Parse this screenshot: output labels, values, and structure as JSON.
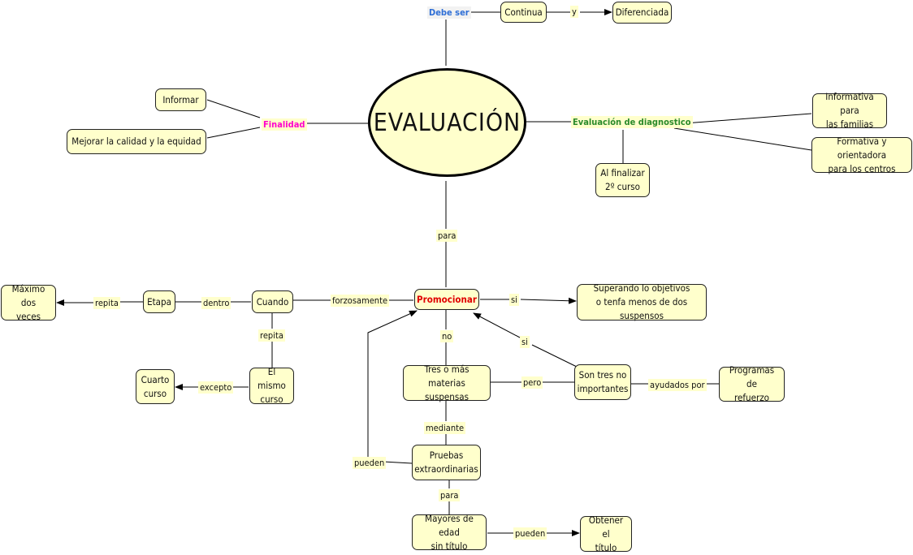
{
  "center": "EVALUACIÓN",
  "nodes": {
    "continua": "Continua",
    "diferenciada": "Diferenciada",
    "informar": "Informar",
    "mejorar": "Mejorar la calidad y la equidad",
    "informativa": "Informativa para\nlas familias",
    "formativa": "Formativa y orientadora\npara los centros",
    "al_finalizar": "Al finalizar\n2º curso",
    "promocionar": "Promocionar",
    "superando": "Superando lo objetivos\no tenfa menos de dos suspensos",
    "cuando": "Cuando",
    "etapa": "Etapa",
    "maximo": "Máximo dos\nveces",
    "mismo_curso": "El mismo\ncurso",
    "cuarto": "Cuarto\ncurso",
    "tres_materias": "Tres o más materias\nsuspensas",
    "no_importantes": "Son tres no\nimportantes",
    "programas": "Programas de\nrefuerzo",
    "pruebas": "Pruebas\nextraordinarias",
    "mayores": "Mayores de edad\nsin título",
    "obtener": "Obtener el\ntítulo"
  },
  "links": {
    "debe_ser": "Debe ser",
    "y": "y",
    "finalidad": "Finalidad",
    "diagnostico": "Evaluación de diagnostico",
    "para": "para",
    "forzosamente": "forzosamente",
    "si": "si",
    "dentro": "dentro",
    "repita_etapa": "repita",
    "repita_curso": "repita",
    "excepto": "excepto",
    "no": "no",
    "pero": "pero",
    "si2": "si",
    "ayudados": "ayudados por",
    "mediante": "mediante",
    "pueden_left": "pueden",
    "para2": "para",
    "pueden_right": "pueden"
  },
  "colors": {
    "node_fill": "#ffffcc",
    "link_blue": "#2f6fd6",
    "link_magenta": "#ff00cc",
    "link_green": "#2a8a2a",
    "promo_red": "#e00000"
  }
}
